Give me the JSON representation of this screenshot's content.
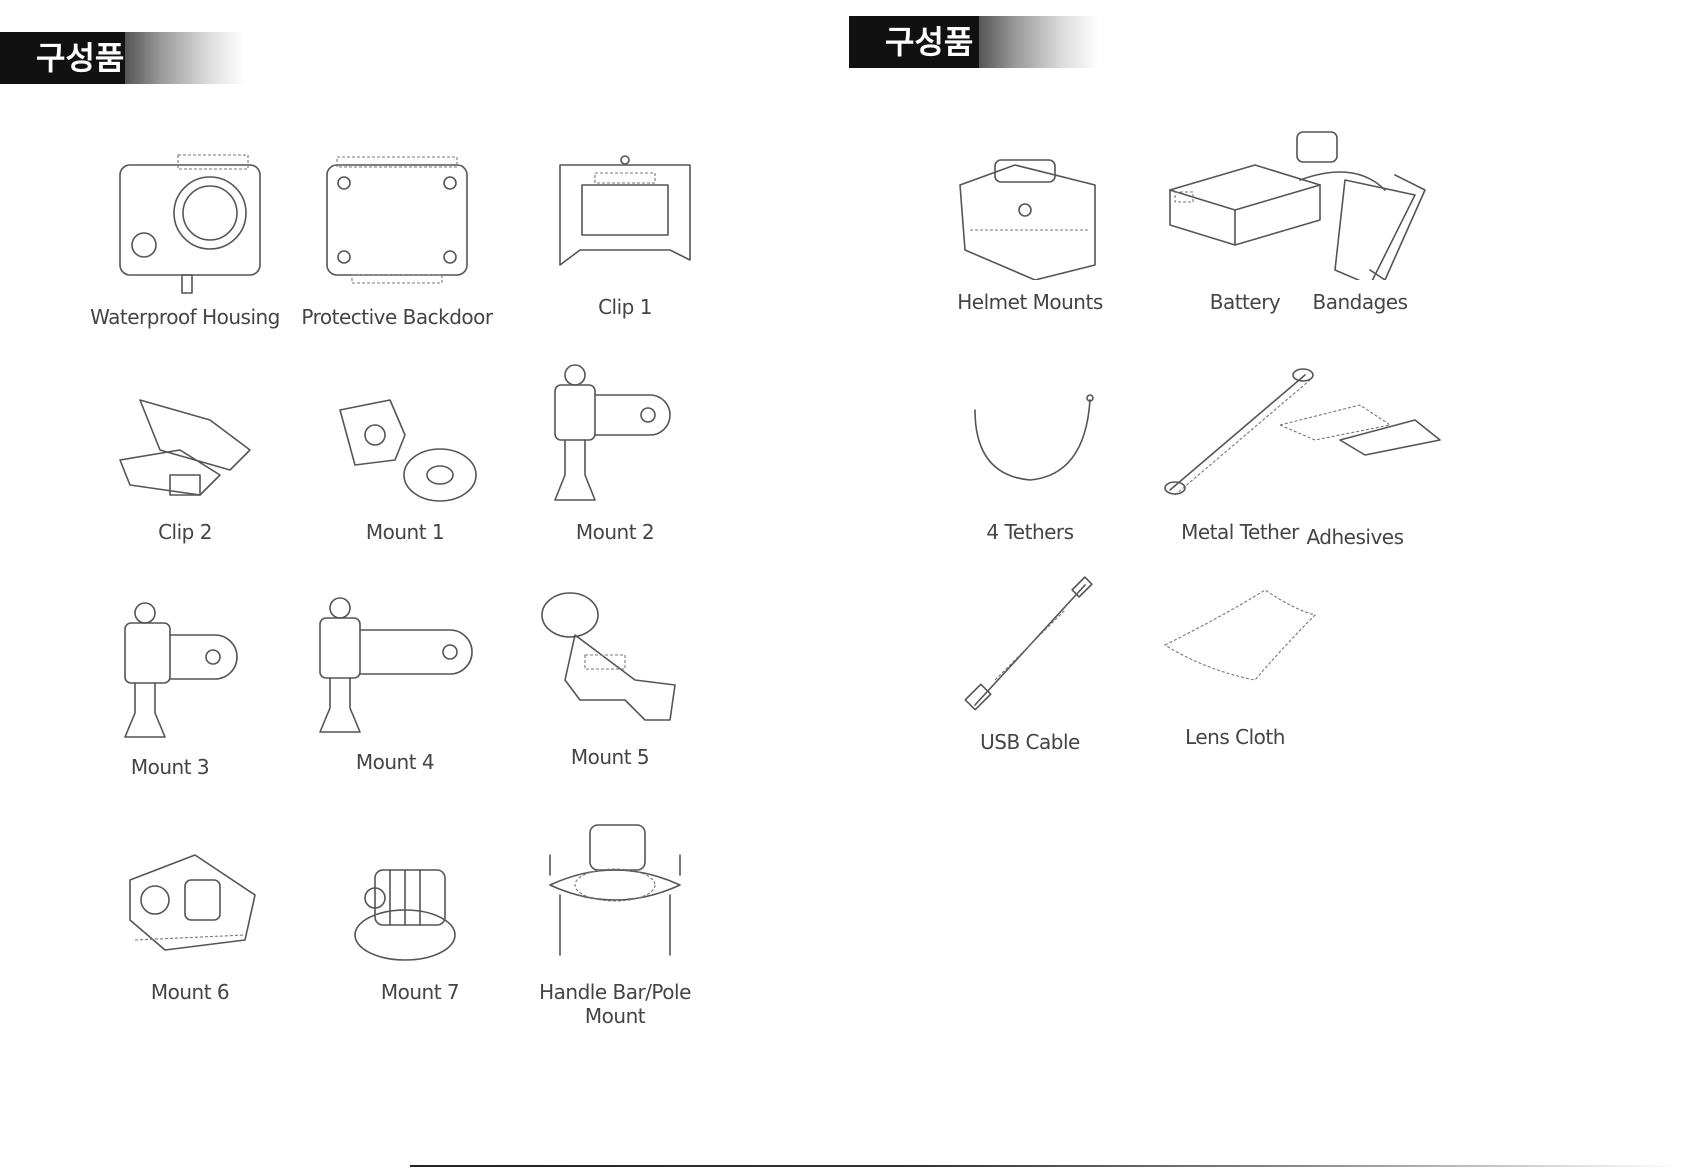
{
  "left_page": {
    "header": "구성품",
    "items": [
      {
        "label": "Waterproof Housing",
        "icon": "waterproof-housing-icon"
      },
      {
        "label": "Protective Backdoor",
        "icon": "protective-backdoor-icon"
      },
      {
        "label": "Clip 1",
        "icon": "clip-1-icon"
      },
      {
        "label": "Clip 2",
        "icon": "clip-2-icon"
      },
      {
        "label": "Mount 1",
        "icon": "mount-1-icon"
      },
      {
        "label": "Mount 2",
        "icon": "mount-2-icon"
      },
      {
        "label": "Mount 3",
        "icon": "mount-3-icon"
      },
      {
        "label": "Mount 4",
        "icon": "mount-4-icon"
      },
      {
        "label": "Mount 5",
        "icon": "mount-5-icon"
      },
      {
        "label": "Mount 6",
        "icon": "mount-6-icon"
      },
      {
        "label": "Mount 7",
        "icon": "mount-7-icon"
      },
      {
        "label": "Handle Bar/Pole Mount",
        "icon": "handlebar-mount-icon"
      }
    ]
  },
  "right_page": {
    "header": "구성품",
    "items": [
      {
        "label": "Helmet Mounts",
        "icon": "helmet-mount-icon"
      },
      {
        "label": "Battery",
        "icon": "battery-icon"
      },
      {
        "label": "Bandages",
        "icon": "bandages-icon"
      },
      {
        "label": "4 Tethers",
        "icon": "tether-icon"
      },
      {
        "label": "Metal Tether",
        "icon": "metal-tether-icon"
      },
      {
        "label": "Adhesives",
        "icon": "adhesives-icon"
      },
      {
        "label": "USB Cable",
        "icon": "usb-cable-icon"
      },
      {
        "label": "Lens Cloth",
        "icon": "lens-cloth-icon"
      }
    ]
  }
}
